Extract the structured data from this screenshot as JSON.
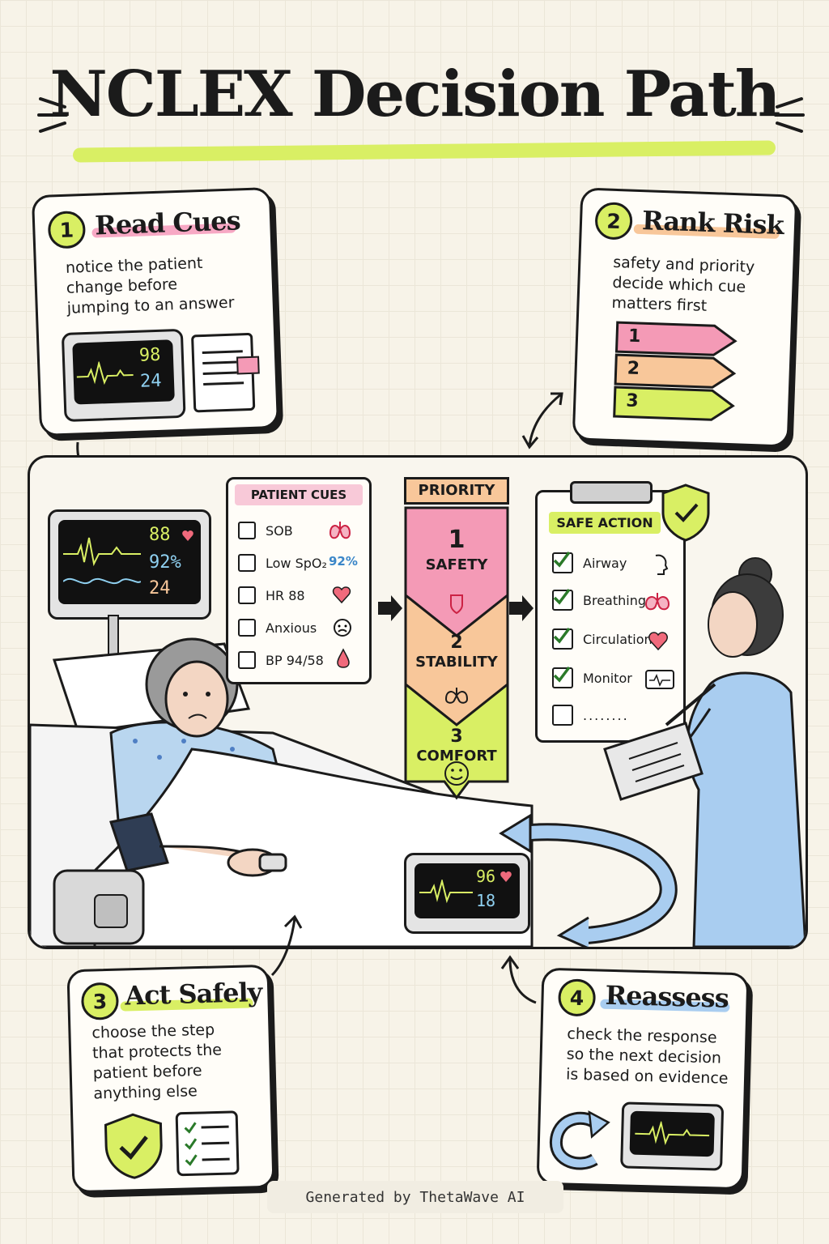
{
  "title": "NCLEX Decision Path",
  "steps": [
    {
      "number": "1",
      "title": "Read Cues",
      "text": [
        "notice the patient",
        "change before",
        "jumping to an answer"
      ]
    },
    {
      "number": "2",
      "title": "Rank Risk",
      "text": [
        "safety and priority",
        "decide which cue",
        "matters first"
      ]
    },
    {
      "number": "3",
      "title": "Act Safely",
      "text": [
        "choose the step",
        "that protects the",
        "patient before",
        "anything else"
      ]
    },
    {
      "number": "4",
      "title": "Reassess",
      "text": [
        "check the response",
        "so the next decision",
        "is based on evidence"
      ]
    }
  ],
  "card1_monitor": {
    "top": "98",
    "bottom": "24"
  },
  "rank_labels": [
    "1",
    "2",
    "3"
  ],
  "bedside_monitor": {
    "hr": "88",
    "spo2": "92%",
    "rr": "24"
  },
  "patient_cues": {
    "header": "PATIENT CUES",
    "items": [
      {
        "label": "SOB",
        "icon": "lungs-icon"
      },
      {
        "label": "Low SpO₂",
        "value": "92%",
        "icon": "percent-value"
      },
      {
        "label": "HR 88",
        "icon": "heart-icon"
      },
      {
        "label": "Anxious",
        "icon": "sad-face-icon"
      },
      {
        "label": "BP 94/58",
        "icon": "drop-icon"
      }
    ]
  },
  "priority": {
    "header": "PRIORITY",
    "levels": [
      {
        "number": "1",
        "label": "SAFETY",
        "color": "#f49ab6"
      },
      {
        "number": "2",
        "label": "STABILITY",
        "color": "#f8c79a"
      },
      {
        "number": "3",
        "label": "COMFORT",
        "color": "#d9ef64"
      }
    ]
  },
  "safe_action": {
    "header": "SAFE ACTION",
    "items": [
      {
        "label": "Airway",
        "checked": true,
        "icon": "head-icon"
      },
      {
        "label": "Breathing",
        "checked": true,
        "icon": "lungs-icon"
      },
      {
        "label": "Circulation",
        "checked": true,
        "icon": "heart-icon"
      },
      {
        "label": "Monitor",
        "checked": true,
        "icon": "monitor-icon"
      },
      {
        "label": "",
        "checked": false
      }
    ]
  },
  "reassess_monitor": {
    "hr": "96",
    "rr": "18"
  },
  "footer": "Generated by ThetaWave AI",
  "colors": {
    "lime": "#d9ef64",
    "pink": "#f49ab6",
    "peach": "#f8c79a",
    "blue": "#a9cdf0",
    "ink": "#1b1b1b",
    "paper": "#f7f3e8"
  }
}
